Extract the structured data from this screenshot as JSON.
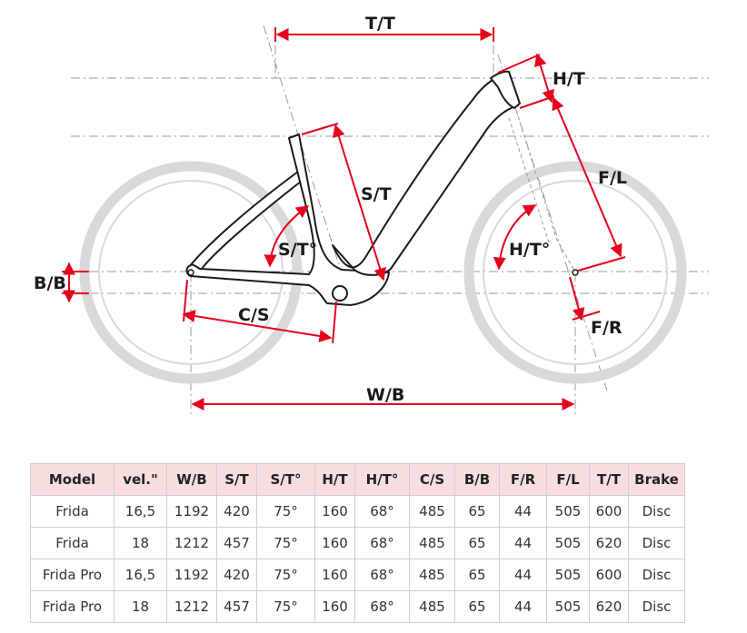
{
  "diagram": {
    "labels": {
      "tt": "T/T",
      "ht": "H/T",
      "st": "S/T",
      "fl": "F/L",
      "sta": "S/T°",
      "hta": "H/T°",
      "bb": "B/B",
      "cs": "C/S",
      "fr": "F/R",
      "wb": "W/B"
    },
    "colors": {
      "dimension": "#e5001c",
      "wheel": "#d9d9d9",
      "frame": "#1a1a1a",
      "guide": "#9a9a9a"
    }
  },
  "table": {
    "headers": [
      "Model",
      "vel.\"",
      "W/B",
      "S/T",
      "S/T°",
      "H/T",
      "H/T°",
      "C/S",
      "B/B",
      "F/R",
      "F/L",
      "T/T",
      "Brake"
    ],
    "rows": [
      [
        "Frida",
        "16,5",
        "1192",
        "420",
        "75°",
        "160",
        "68°",
        "485",
        "65",
        "44",
        "505",
        "600",
        "Disc"
      ],
      [
        "Frida",
        "18",
        "1212",
        "457",
        "75°",
        "160",
        "68°",
        "485",
        "65",
        "44",
        "505",
        "620",
        "Disc"
      ],
      [
        "Frida Pro",
        "16,5",
        "1192",
        "420",
        "75°",
        "160",
        "68°",
        "485",
        "65",
        "44",
        "505",
        "600",
        "Disc"
      ],
      [
        "Frida Pro",
        "18",
        "1212",
        "457",
        "75°",
        "160",
        "68°",
        "485",
        "65",
        "44",
        "505",
        "620",
        "Disc"
      ]
    ]
  }
}
